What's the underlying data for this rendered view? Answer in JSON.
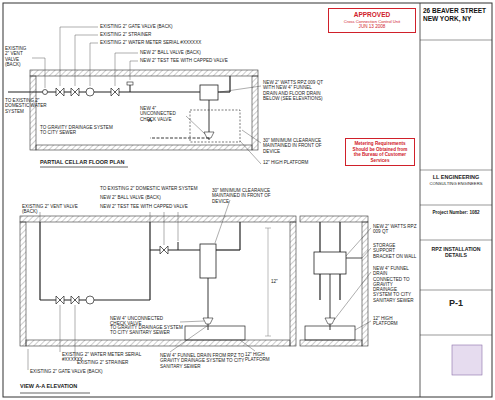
{
  "diagram": {
    "title": "26 BEAVER STREET NEW YORK, NY",
    "nodes": [
      {
        "text": [
          "APPROVED",
          "Cross Connection Control Unit",
          "JUN 13 2008"
        ]
      },
      {
        "text": [
          "Metering Requirements Should be Obtained from the Bureau of Customer Services"
        ]
      },
      {
        "text": [
          "LL ENGINEERING",
          "CONSULTING ENGINEERS"
        ]
      },
      {
        "text": [
          "Project Number: 1082"
        ]
      },
      {
        "text": [
          "RPZ INSTALLATION DETAILS"
        ]
      },
      {
        "text": [
          "P-1"
        ]
      }
    ],
    "labels": [
      "EXISTING 2\" VENT VALVE (BACK)",
      "TO EXISTING 2\" DOMESTIC WATER SYSTEM",
      "TO GRAVITY DRAINAGE SYSTEM TO CITY SEWER",
      "EXISTING 2\" GATE VALVE (BACK)",
      "EXISTING 2\" STRAINER",
      "EXISTING 2\" WATER METER SERIAL #XXXXXX",
      "NEW 2\" BALL VALVE (BACK)",
      "NEW 2\" TEST TEE WITH CAPPED VALVE",
      "NEW 2\" WATTS RPZ 009 QT WITH NEW 4\" FUNNEL DRAIN AND FLOOR DRAIN BELOW (SEE ELEVATIONS)",
      "NEW 4\" UNCONNECTED CHECK VALVE",
      "30\" MINIMUM CLEARANCE MAINTAINED IN FRONT OF DEVICE",
      "12\" HIGH PLATFORM",
      "PARTIAL CELLAR FLOOR PLAN",
      "TO EXISTING 2\" DOMESTIC WATER SYSTEM",
      "NEW 2\" BALL VALVE (BACK)",
      "NEW 2\" TEST TEE WITH CAPPED VALVE",
      "EXISTING 2\" VENT VALVE (BACK)",
      "30\" MINIMUM CLEARANCE MAINTAINED IN FRONT OF DEVICE",
      "NEW 2\" WATTS RPZ 009 QT",
      "STORAGE SUPPORT BRACKET ON WALL",
      "NEW 4\" FUNNEL DRAIN CONNECTED TO GRAVITY DRAINAGE SYSTEM TO CITY SANITARY SEWER",
      "12\" HIGH PLATFORM",
      "NEW 4\" UNCONNECTED CHECK VALVE",
      "TO GRAVITY DRAINAGE SYSTEM TO CITY SANITARY SEWER",
      "EXISTING 2\" WATER METER SERIAL #XXXXXX",
      "EXISTING 2\" STRAINER",
      "EXISTING 2\" GATE VALVE (BACK)",
      "NEW 4\" FUNNEL DRAIN FROM RPZ TO GRAVITY DRAINAGE SYSTEM TO CITY SANITARY SEWER",
      "12\" HIGH PLATFORM",
      "VIEW A-A ELEVATION",
      "12\"",
      "A"
    ]
  }
}
